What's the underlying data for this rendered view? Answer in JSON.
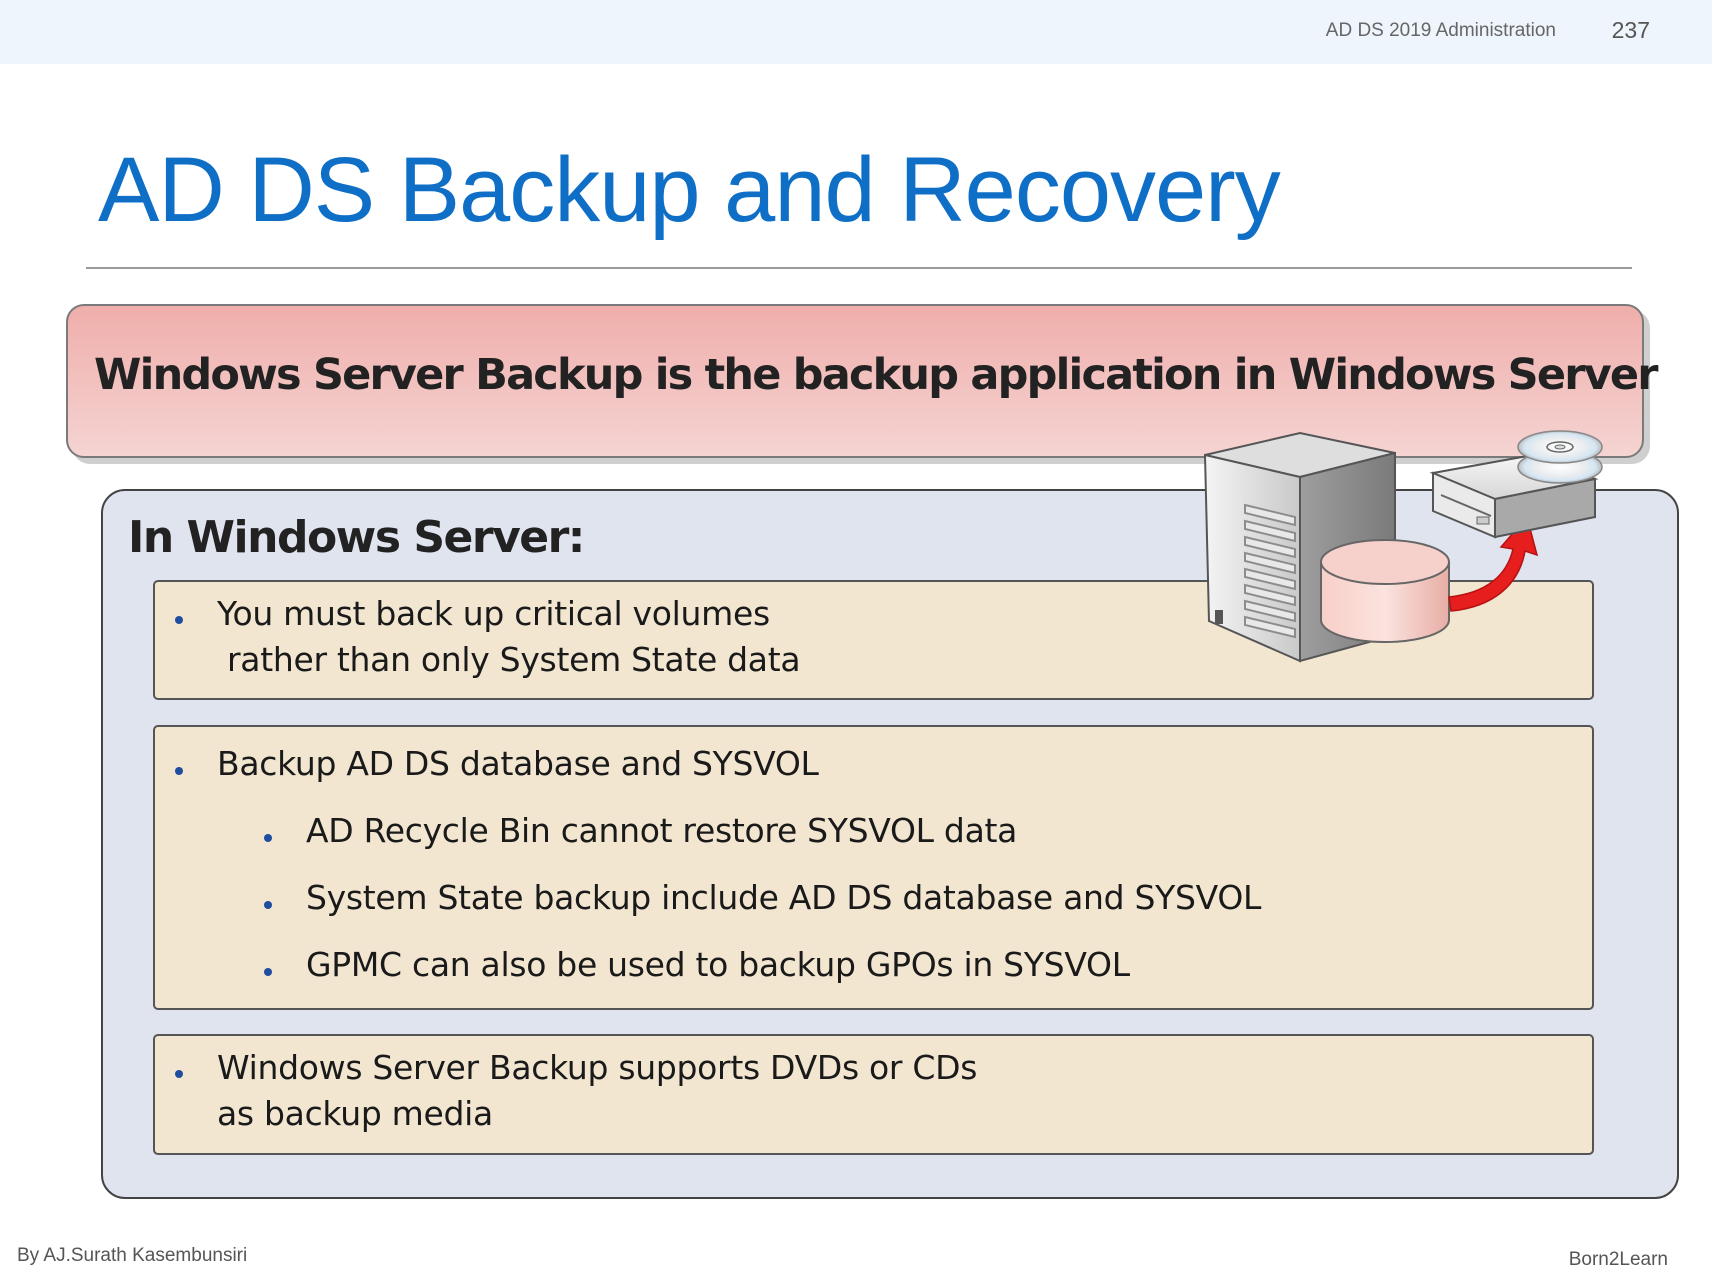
{
  "header": {
    "course": "AD DS 2019 Administration",
    "page_number": "237"
  },
  "slide": {
    "title": "AD DS Backup and Recovery",
    "callout": "Windows Server Backup is the backup application in Windows Server",
    "panel_heading": "In Windows Server:",
    "box1": {
      "line1": "You must back up critical volumes",
      "line2": "rather than only System State data"
    },
    "box2": {
      "main": "Backup AD DS database and SYSVOL",
      "sub": [
        "AD Recycle Bin cannot restore SYSVOL data",
        "System State backup include AD DS database and SYSVOL",
        "GPMC can also be used to backup GPOs in SYSVOL"
      ]
    },
    "box3": {
      "line1": "Windows Server Backup supports DVDs or CDs",
      "line2": "as backup media"
    }
  },
  "footer": {
    "author": "By AJ.Surath Kasembunsiri",
    "brand": "Born2Learn"
  },
  "colors": {
    "title": "#0f6fc6",
    "callout_top": "#efaeab",
    "panel_bg": "#dfe4ef",
    "box_bg": "#f2e6d1",
    "arrow": "#e61e1e"
  },
  "illustration": {
    "icons": [
      "server-tower-icon",
      "disk-volume-icon",
      "optical-drive-icon",
      "cd-disc-icon",
      "backup-arrow-icon"
    ]
  }
}
